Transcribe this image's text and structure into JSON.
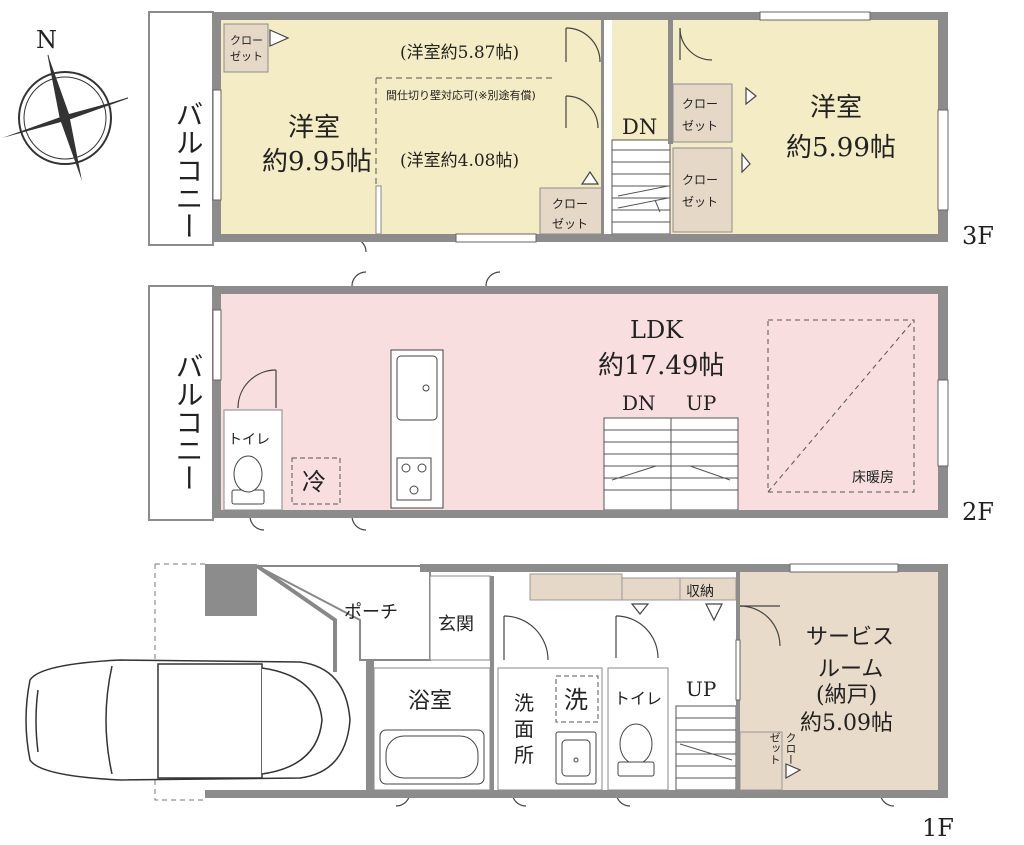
{
  "compass": {
    "north": "N"
  },
  "floors": {
    "f3": {
      "label": "3F",
      "balcony": "バルコニー",
      "room_left": {
        "name": "洋室",
        "size": "約9.95帖"
      },
      "sub_top": "(洋室約5.87帖)",
      "sub_bottom": "(洋室約4.08帖)",
      "partition_note": "間仕切り壁対応可(※別途有償)",
      "stair": "DN",
      "room_right": {
        "name": "洋室",
        "size": "約5.99帖"
      },
      "closet_a": [
        "クロー",
        "ゼット"
      ],
      "closet_b": [
        "クロー",
        "ゼット"
      ],
      "closet_c": [
        "クロー",
        "ゼット"
      ],
      "closet_d": [
        "クロー",
        "ゼット"
      ]
    },
    "f2": {
      "label": "2F",
      "balcony": "バルコニー",
      "ldk": {
        "name": "LDK",
        "size": "約17.49帖"
      },
      "stair_dn": "DN",
      "stair_up": "UP",
      "toilet": "トイレ",
      "fridge": "冷",
      "floor_heating": "床暖房"
    },
    "f1": {
      "label": "1F",
      "porch": "ポーチ",
      "entrance": "玄関",
      "storage": "収納",
      "service_room": [
        "サービス",
        "ルーム",
        "(納戸)",
        "約5.09帖"
      ],
      "bath": "浴室",
      "washroom": [
        "洗",
        "面",
        "所"
      ],
      "washer": "洗",
      "toilet": "トイレ",
      "stair_up": "UP",
      "closet": [
        "クロー",
        "ゼット"
      ]
    }
  },
  "colors": {
    "wall": "#8c8c8c",
    "western_room": "#f3ecc4",
    "ldk": "#f8dede",
    "service_room": "#e8dbc9",
    "closet": "#e6d8c7"
  }
}
